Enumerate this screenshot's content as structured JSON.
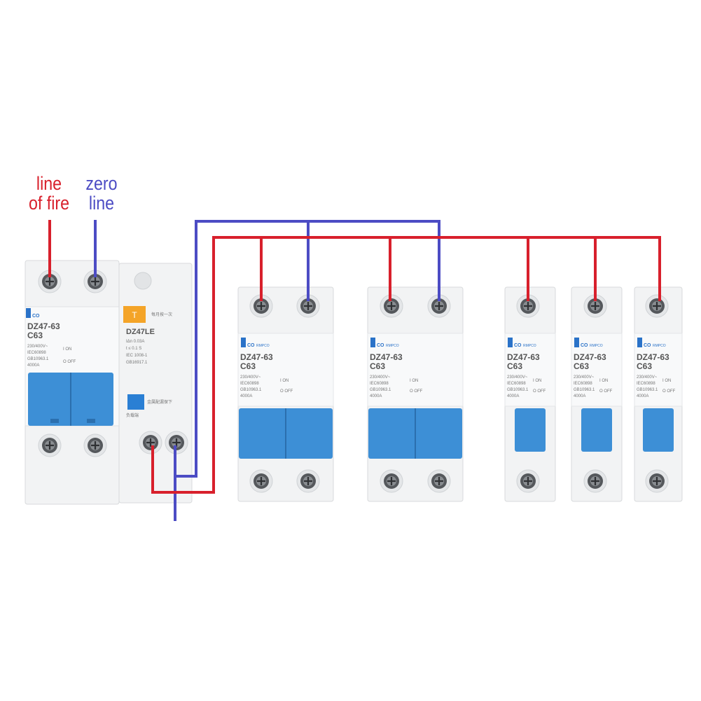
{
  "labels": {
    "fire_line1": "line",
    "fire_line2": "of fire",
    "zero_line1": "zero",
    "zero_line2": "line"
  },
  "colors": {
    "fire_wire": "#d8202c",
    "zero_wire": "#4c4cc4",
    "breaker_body": "#f2f3f4",
    "handle_blue": "#3d8fd6",
    "brand_blue": "#2a72c8",
    "leakage_button": "#f4a428",
    "test_button": "#2a7fd4"
  },
  "main_breaker": {
    "brand": "CO",
    "model": "DZ47-63",
    "rating": "C63",
    "spec_lines": [
      "230/400V~",
      "IEC60898",
      "GB10963.1",
      "4000A"
    ],
    "switch_on": "I ON",
    "switch_off": "O OFF",
    "poles": 2
  },
  "leakage_module": {
    "model": "DZ47LE",
    "button_mark": "T",
    "spec_lines": [
      "IΔn 0.03A",
      "t ≤ 0.1 S",
      "IEC 1008-1",
      "GB16917.1"
    ],
    "note_top": "每月按一次",
    "note_bottom": "金属配漏保下",
    "load_label": "负载端"
  },
  "branch_breakers": [
    {
      "brand": "CO",
      "maker": "RMPCO",
      "model": "DZ47-63",
      "rating": "C63",
      "spec_lines": [
        "230/400V~",
        "IEC60898",
        "GB10963.1",
        "4000A"
      ],
      "switch_on": "I ON",
      "switch_off": "O OFF",
      "poles": 2
    },
    {
      "brand": "CO",
      "maker": "RMPCO",
      "model": "DZ47-63",
      "rating": "C63",
      "spec_lines": [
        "230/400V~",
        "IEC60898",
        "GB10963.1",
        "4000A"
      ],
      "switch_on": "I ON",
      "switch_off": "O OFF",
      "poles": 2
    },
    {
      "brand": "CO",
      "maker": "RMPCO",
      "model": "DZ47-63",
      "rating": "C63",
      "spec_lines": [
        "230/400V~",
        "IEC60898",
        "GB10963.1",
        "4000A"
      ],
      "switch_on": "I ON",
      "switch_off": "O OFF",
      "poles": 1
    },
    {
      "brand": "CO",
      "maker": "RMPCO",
      "model": "DZ47-63",
      "rating": "C63",
      "spec_lines": [
        "230/400V~",
        "IEC60898",
        "GB10963.1",
        "4000A"
      ],
      "switch_on": "I ON",
      "switch_off": "O OFF",
      "poles": 1
    },
    {
      "brand": "CO",
      "maker": "RMPCO",
      "model": "DZ47-63",
      "rating": "C63",
      "spec_lines": [
        "230/400V~",
        "IEC60898",
        "GB10963.1",
        "4000A"
      ],
      "switch_on": "I ON",
      "switch_off": "O OFF",
      "poles": 1
    }
  ]
}
